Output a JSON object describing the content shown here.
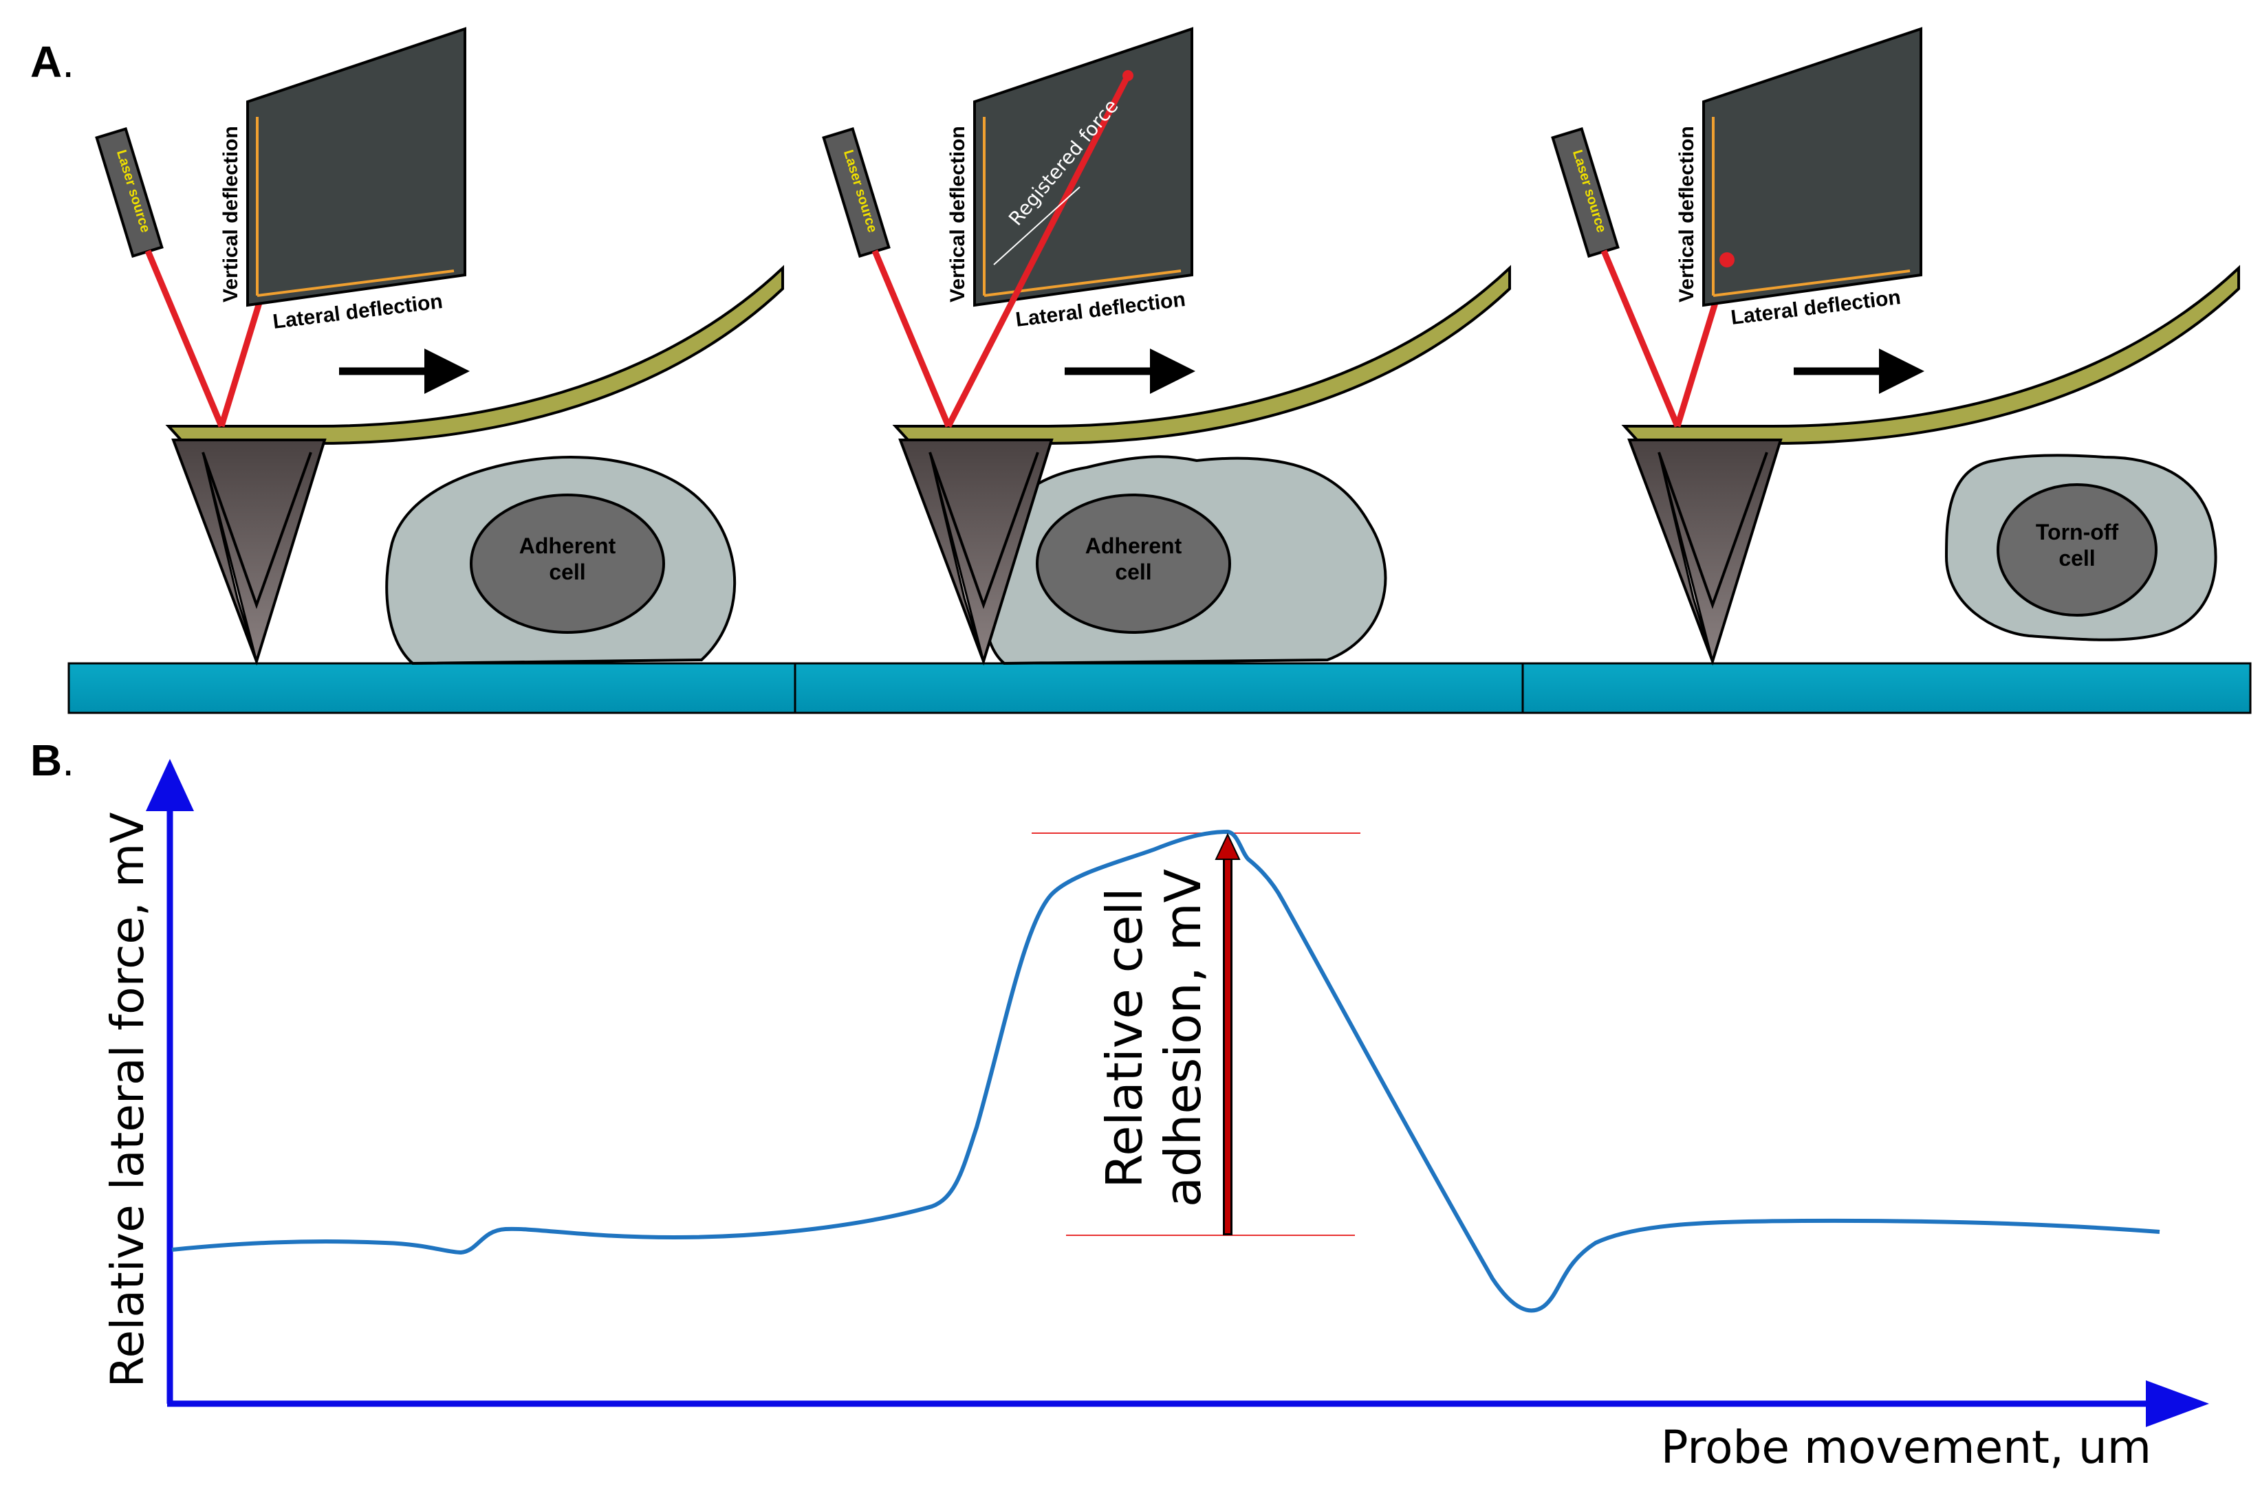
{
  "panel_a": {
    "label": "A",
    "label_dot": ".",
    "panels": [
      {
        "laser_label": "Laser source",
        "vertical_label": "Vertical deflection",
        "lateral_label": "Lateral deflection",
        "registered_label": "",
        "cell_label_line1": "Adherent",
        "cell_label_line2": "cell"
      },
      {
        "laser_label": "Laser source",
        "vertical_label": "Vertical deflection",
        "lateral_label": "Lateral deflection",
        "registered_label": "Registered force",
        "cell_label_line1": "Adherent",
        "cell_label_line2": "cell"
      },
      {
        "laser_label": "Laser source",
        "vertical_label": "Vertical deflection",
        "lateral_label": "Lateral deflection",
        "registered_label": "",
        "cell_label_line1": "Torn-off",
        "cell_label_line2": "cell"
      }
    ]
  },
  "panel_b": {
    "label": "B",
    "label_dot": ".",
    "y_axis_label": "Relative lateral force, mV",
    "x_axis_label": "Probe movement, um",
    "annotation_line1": "Relative cell",
    "annotation_line2": "adhesion, mV"
  },
  "colors": {
    "laser": "#e21f26",
    "detector": "#3e4444",
    "detector_trace": "#f0a030",
    "cantilever": "#a8a84a",
    "tip": "#5a5250",
    "cell_outer": "#b3bfbe",
    "cell_nucleus": "#6b6b6b",
    "substrate": "#0598b8",
    "axis": "#0a0ae6",
    "curve": "#1f74c0",
    "annotation_arrow": "#c00000",
    "annotation_lines": "#e83030"
  }
}
